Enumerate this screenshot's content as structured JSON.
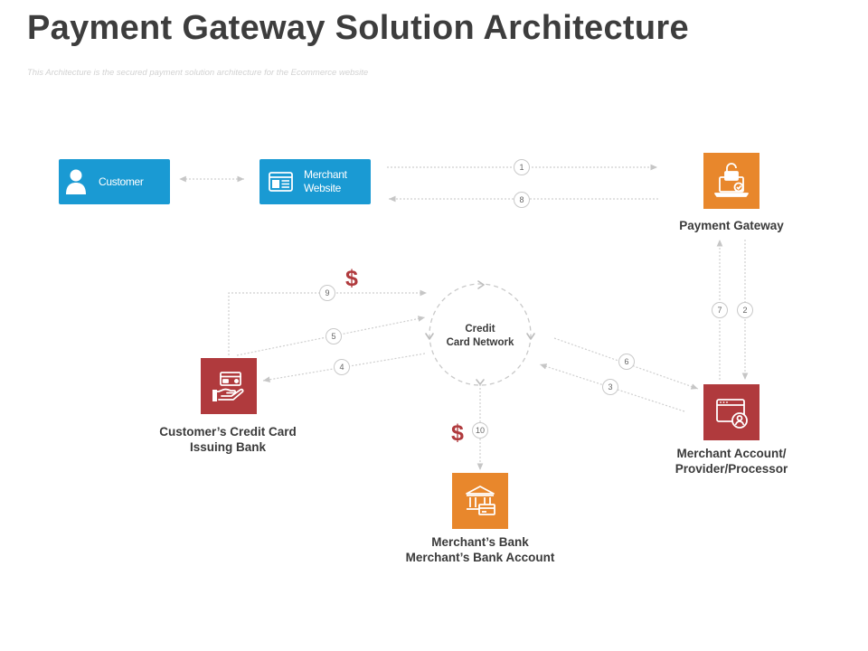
{
  "title": "Payment Gateway Solution Architecture",
  "subtitle": "This Architecture is the secured payment solution architecture for the Ecommerce website",
  "nodes": {
    "customer": {
      "label": "Customer",
      "icon": "person-icon"
    },
    "merchant_website": {
      "label_line1": "Merchant",
      "label_line2": "Website",
      "icon": "browser-window-icon"
    },
    "payment_gateway": {
      "label": "Payment Gateway",
      "icon": "laptop-lock-icon"
    },
    "credit_card_network": {
      "label_line1": "Credit",
      "label_line2": "Card Network"
    },
    "issuing_bank": {
      "label_line1": "Customer’s Credit Card",
      "label_line2": "Issuing Bank",
      "icon": "card-in-hand-icon"
    },
    "merchant_account": {
      "label_line1": "Merchant Account/",
      "label_line2": "Provider/Processor",
      "icon": "browser-user-icon"
    },
    "merchant_bank": {
      "label_line1": "Merchant’s Bank",
      "label_line2": "Merchant’s Bank Account",
      "icon": "bank-icon"
    }
  },
  "steps": {
    "s1": "1",
    "s2": "2",
    "s3": "3",
    "s4": "4",
    "s5": "5",
    "s6": "6",
    "s7": "7",
    "s8": "8",
    "s9": "9",
    "s10": "10"
  },
  "currency_symbol": "$",
  "colors": {
    "blue": "#1a9ad3",
    "orange": "#e8872c",
    "red": "#b03a3d",
    "title": "#3d3d3d",
    "connector": "#cfcfcf"
  }
}
